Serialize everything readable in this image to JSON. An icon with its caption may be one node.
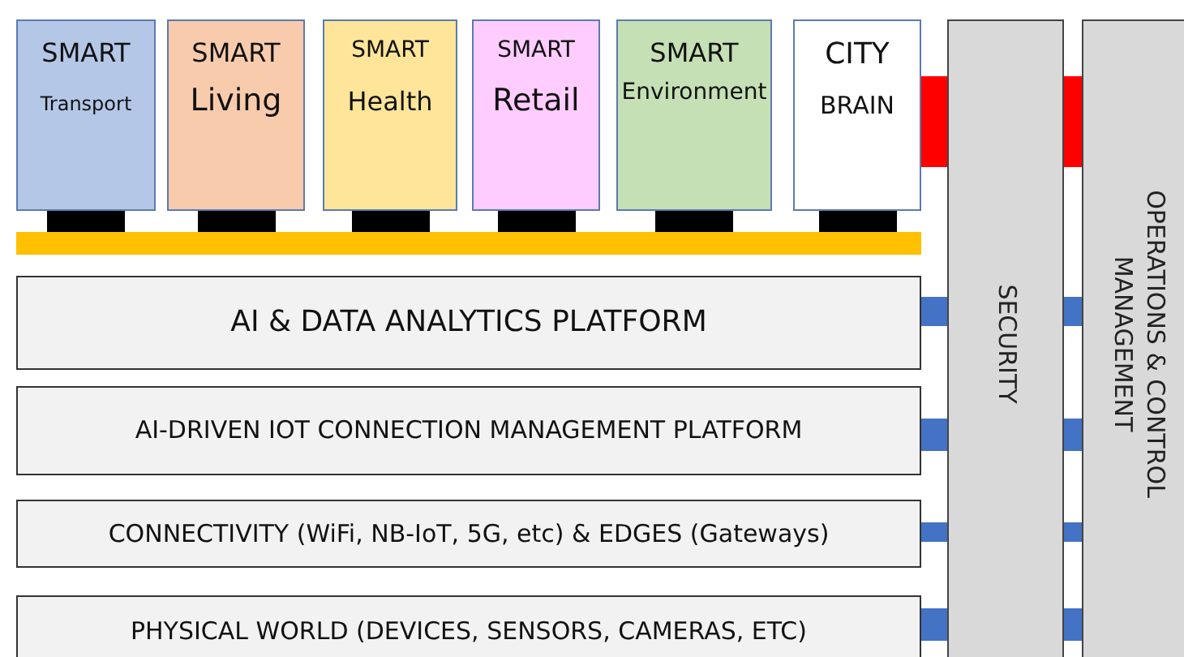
{
  "diagram": {
    "nodes": [
      {
        "text": [
          "SMART",
          "Transport"
        ]
      },
      {
        "text": [
          "SMART",
          "Living"
        ]
      },
      {
        "text": [
          "SMART",
          "Health"
        ]
      },
      {
        "text": [
          "SMART",
          "Retail"
        ]
      },
      {
        "text": [
          "SMART",
          "Environment"
        ]
      },
      {
        "text": [
          "CITY",
          "BRAIN"
        ]
      },
      {
        "text": [],
        "shape": "bar"
      },
      {
        "text": [
          "AI & DATA ANALYTICS PLATFORM"
        ]
      },
      {
        "text": [
          "AI-DRIVEN IOT CONNECTION MANAGEMENT PLATFORM"
        ]
      },
      {
        "text": [
          "CONNECTIVITY (WiFi, NB-IoT, 5G, etc) & EDGES (Gateways)"
        ]
      },
      {
        "text": [
          "PHYSICAL WORLD (DEVICES, SENSORS, CAMERAS, ETC)"
        ]
      },
      {
        "text": [
          "SECURITY"
        ]
      },
      {
        "text": [
          "OPERATIONS & CONTROL MANAGEMENT"
        ]
      }
    ]
  }
}
